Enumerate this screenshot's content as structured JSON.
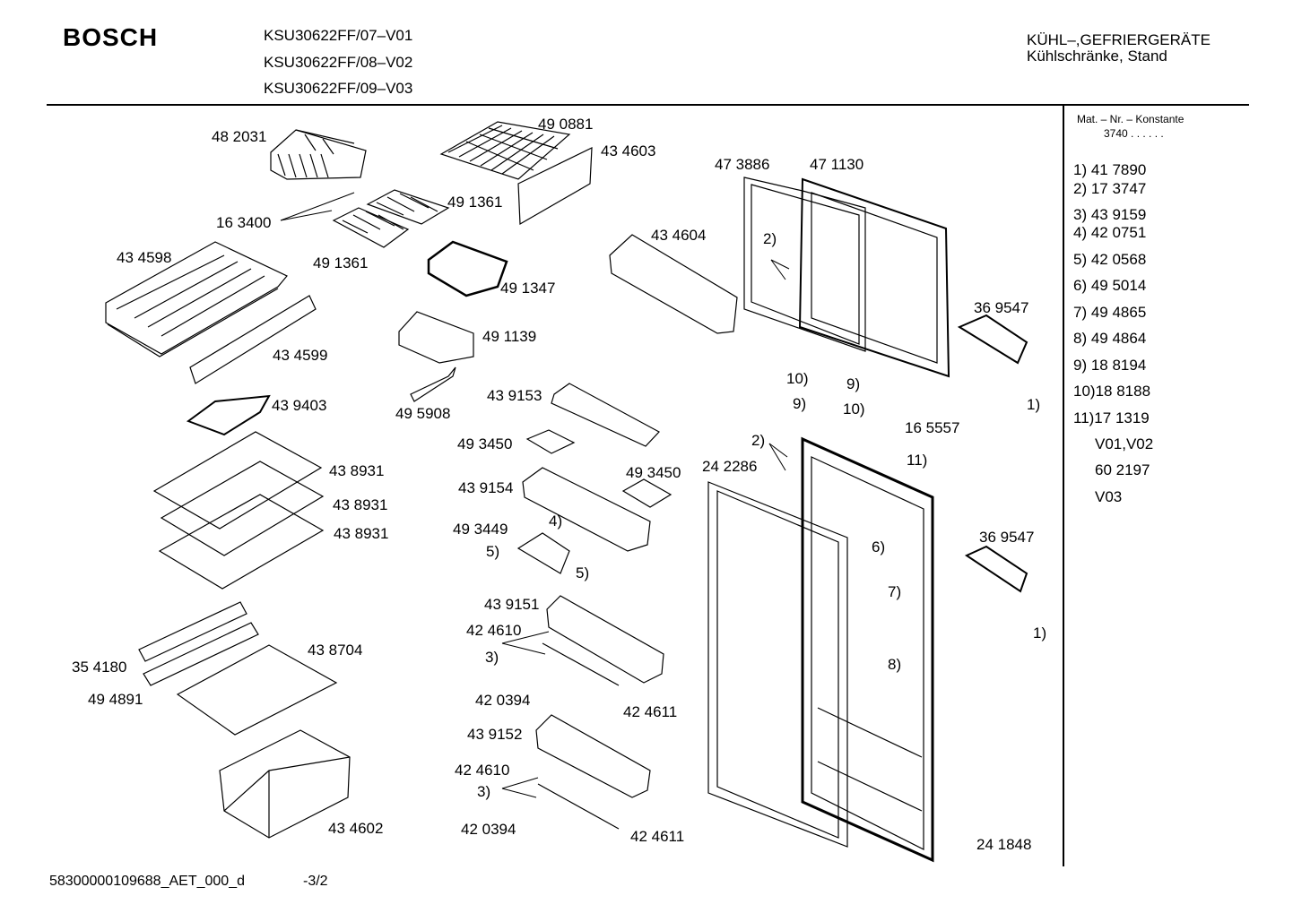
{
  "header": {
    "brand": "BOSCH",
    "models": [
      "KSU30622FF/07–V01",
      "KSU30622FF/08–V02",
      "KSU30622FF/09–V03"
    ],
    "category_line1": "KÜHL–,GEFRIERGERÄTE",
    "category_line2": "Kühlschränke, Stand"
  },
  "legend": {
    "header_line1": "Mat. – Nr. – Konstante",
    "header_line2": "3740  .  .    .  .  .  .",
    "items": [
      "1) 41 7890",
      "2) 17 3747",
      "3) 43 9159",
      "4) 42 0751",
      "5) 42 0568",
      "6) 49 5014",
      "7) 49 4865",
      "8) 49 4864",
      "9) 18 8194",
      "10)18 8188",
      "11)17 1319",
      "V01,V02",
      "60 2197",
      "V03"
    ]
  },
  "callouts": [
    "48 2031",
    "49 0881",
    "43 4603",
    "47 3886",
    "47 1130",
    "49 1361",
    "16 3400",
    "49 1361",
    "43 4598",
    "49 1347",
    "43 4604",
    "2)",
    "36 9547",
    "43 4599",
    "49 1139",
    "10)",
    "9)",
    "9)",
    "10)",
    "1)",
    "43 9403",
    "43 9153",
    "49 5908",
    "16 5557",
    "2)",
    "49 3450",
    "11)",
    "24 2286",
    "43 8931",
    "43 9154",
    "49 3450",
    "43 8931",
    "43 8931",
    "49 3449",
    "4)",
    "5)",
    "36 9547",
    "6)",
    "5)",
    "7)",
    "43 9151",
    "1)",
    "42 4610",
    "43 8704",
    "3)",
    "35 4180",
    "8)",
    "42 0394",
    "49 4891",
    "42 4611",
    "43 9152",
    "42 4610",
    "3)",
    "42 0394",
    "43 4602",
    "42 4611",
    "24 1848"
  ],
  "footer": {
    "doc_id": "58300000109688_AET_000_d",
    "page": "-3/2"
  }
}
